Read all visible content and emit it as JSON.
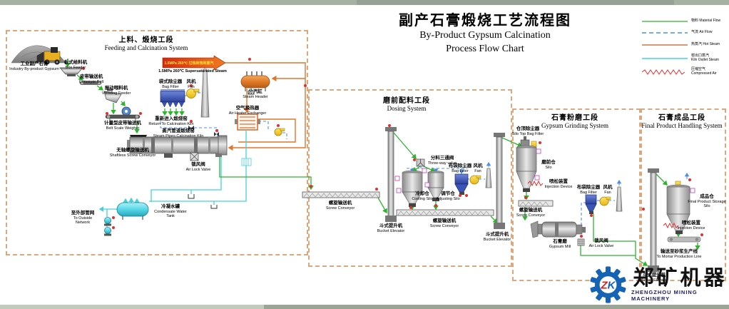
{
  "title": {
    "zh": "副产石膏煅烧工艺流程图",
    "en1": "By-Product Gypsum Calcination",
    "en2": "Process Flow Chart"
  },
  "legend": {
    "items": [
      {
        "zh": "物料",
        "en": "Material Flow",
        "style": "solid",
        "color": "#2db52d"
      },
      {
        "zh": "气流",
        "en": "Air Flow",
        "style": "dashed",
        "color": "#4a8fe8"
      },
      {
        "zh": "热蒸汽",
        "en": "Hot Steam",
        "style": "solid",
        "color": "#d89a72"
      },
      {
        "zh": "窑出口蒸汽",
        "en": "Kiln Outlet Steam",
        "style": "solid",
        "color": "#45d0e0"
      },
      {
        "zh": "压缩空气",
        "en": "Compressed Air",
        "style": "zigzag",
        "color": "#e03030"
      }
    ]
  },
  "sections": {
    "feeding": {
      "zh": "上料、煅烧工段",
      "en": "Feeding and Calcination System"
    },
    "dosing": {
      "zh": "磨前配料工段",
      "en": "Dosing System"
    },
    "grinding": {
      "zh": "石膏粉磨工段",
      "en": "Gypsum Grinding System"
    },
    "final": {
      "zh": "石膏成品工段",
      "en": "Final Product Handling System"
    }
  },
  "labels": {
    "industry_gypsum": {
      "zh": "工业副产石膏",
      "en": "Industry By-product Gypsum"
    },
    "box_feeder": {
      "zh": "板式给料机",
      "en": "Box Feeder"
    },
    "conveyor_belt": {
      "zh": "皮带输送机",
      "en": "Conveyor Belt"
    },
    "vibrating_feeder": {
      "zh": "振动喂料机",
      "en": "Vibrating Feeder"
    },
    "belt_scale": {
      "zh": "计量型皮带输送机",
      "en": "Belt Scale Weigher"
    },
    "shaftless_screw": {
      "zh": "无轴螺旋输送机",
      "en": "Shaftless Screw Conveyor"
    },
    "kiln": {
      "zh": "蒸汽管道煅烧窑",
      "en": "Steam Pipes Calcination Kiln"
    },
    "steam_banner": {
      "zh": "1.5MPa 260℃ 过热和饱和蒸汽",
      "en": "1.5MPa 260℃ Supersaturated Steam"
    },
    "bag_filter_dai": {
      "zh": "袋式除尘器",
      "en": "Bag Filter"
    },
    "fan": {
      "zh": "风机",
      "en": "Fan"
    },
    "return_kiln": {
      "zh": "重新进入煅烧窑",
      "en": "Return To Calcination Kiln"
    },
    "steam_header": {
      "zh": "分汽缸",
      "en": "Steam Header"
    },
    "air_heater": {
      "zh": "空气换热器",
      "en": "Air Heater Exchanger"
    },
    "air_lock": {
      "zh": "锁风阀",
      "en": "Air Lock Valve"
    },
    "condensate_tank": {
      "zh": "冷凝水罐",
      "en": "Condensate Water Tank"
    },
    "outside_network": {
      "zh": "至外部管网",
      "en": "To Outside Network"
    },
    "bucket_elevator": {
      "zh": "斗式提升机",
      "en": "Bucket Elevator"
    },
    "three_way_valve": {
      "zh": "分料三通阀",
      "en": "Three-way valve"
    },
    "cooling_silo": {
      "zh": "冷却仓",
      "en": "Cooling Silo"
    },
    "adjusting_silo": {
      "zh": "调节仓",
      "en": "Adjusting Silo"
    },
    "bag_filter_bu": {
      "zh": "布袋除尘器",
      "en": "Bag Filter"
    },
    "screw_conveyor": {
      "zh": "螺旋输送机",
      "en": "Screw Conveyor"
    },
    "silo_top_filter": {
      "zh": "仓顶除尘器",
      "en": "Silo Top Bag Filter"
    },
    "mill_silo": {
      "zh": "磨前仓",
      "en": "Silo"
    },
    "injection": {
      "zh": "喷松装置",
      "en": "Injection Device"
    },
    "gypsum_mill": {
      "zh": "石膏磨",
      "en": "Gypsum Mill"
    },
    "product_silo": {
      "zh": "成品仓",
      "en": "Final Product Storage Silo"
    },
    "to_mortar": {
      "zh": "输送至砂浆生产线",
      "en": "To Mortar Production Line"
    }
  },
  "logo": {
    "monogram_z": "Z",
    "monogram_k": "K",
    "zh": "郑矿机器",
    "en": "ZHENGZHOU MINING MACHINERY"
  },
  "colors": {
    "material": "#2db52d",
    "air_flow": "#4a8fe8",
    "hot_steam_legend": "#d89a72",
    "steam_pipe": "#e0762a",
    "kiln_outlet_steam": "#45d0e0",
    "compressed_air": "#e03030",
    "section_border": "#d9a87e",
    "logo_blue": "#1663b5",
    "logo_red": "#d42020"
  }
}
